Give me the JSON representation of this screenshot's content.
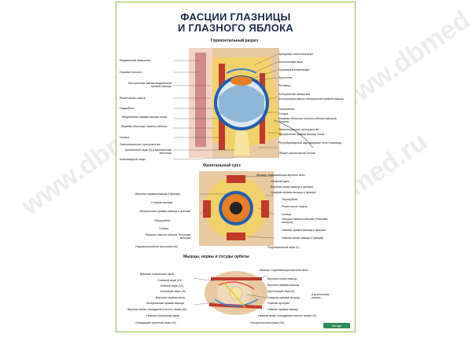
{
  "poster": {
    "title_line1": "ФАСЦИИ ГЛАЗНИЦЫ",
    "title_line2": "И ГЛАЗНОГО ЯБЛОКА",
    "section1": "Горизонтальный разрез",
    "section2": "Фронтальный срез",
    "section3": "Мышцы, нервы и сосуды орбиты",
    "logo": "doroga"
  },
  "watermark": "www.dbmed.ru",
  "horiz_left": [
    "Медиальная связка век",
    "Носовая полость",
    "Контрольная связка медиальной прямой мышцы",
    "Решетчатые пазухи",
    "Надкобита",
    "Медиальная прямая мышца глаза",
    "Лицевая оболочка глазного яблока",
    "Склера",
    "Эписклеральное пространство",
    "Зрительный нерв (II) и вагинальная оболочка",
    "Клиновидный синус"
  ],
  "horiz_right": [
    "Хрящевая пластинка века",
    "Конъюнктива века",
    "Луковица конъюнктивы",
    "Хрусталик",
    "Роговица",
    "Латеральная связка век",
    "Контрольная связка латеральной прямой мышцы",
    "Периорбита",
    "Склера",
    "Лицевая оболочка глазного яблока (капсула Тенона)",
    "Эписклеральное пространство",
    "Латеральная прямая мышца глаза",
    "Ретробульбарный жир (жировое тело глазницы)",
    "Общее сухожильное кольцо"
  ],
  "front_left": [
    "Верхняя прямая мышца и фасция",
    "Слезная железа",
    "Латеральная прямая мышца и фасция",
    "Периорбита",
    "Склера",
    "Фасция глазного яблока Тенонова капсула",
    "Надосклеральное пространство"
  ],
  "front_right": [
    "Мышца, поднимающая верхнее веко",
    "Нервный диск",
    "Верхняя косая мышца и фасция",
    "Средняя прямая мышца и фасция",
    "Периорбита",
    "Решетчатые пазухи",
    "Склера",
    "Фасция глазного яблока (Тенонова капсула)",
    "Нижняя прямая мышца и фасция",
    "Нижняя косая мышца и фасция",
    "Подглазничный нерв (V)"
  ],
  "muscles_left": [
    "Верхняя глазничная щель",
    "Слезный нерв (V1)",
    "Лобный нерв (V1)",
    "Блоковый нерв (IV)",
    "Верхняя глазная вена",
    "Латеральная прямая мышца",
    "Верхняя ветвь глазодвигательного нерва (III)",
    "Нижняя глазничная щель",
    "Отводящий черепной нерв (VI)"
  ],
  "muscles_right": [
    "Мышца, поднимающая верхнее веко",
    "Верхняя косая мышца",
    "Верхняя прямая мышца",
    "Зрительный нерв (II)",
    "Средняя прямая мышца",
    "Глазная артерия",
    "Нижняя прямая мышца",
    "Нижняя ветвь глазодвигательного нерва (III)",
    "Носоресничный нерв (V1)"
  ],
  "muscles_bracket": "в зрительном канале",
  "colors": {
    "title": "#1b2a4a",
    "border": "#8bc34a",
    "eye_blue": "#3a7bd5",
    "muscle": "#c0392b",
    "fat": "#f2d16b",
    "bone": "#e8c9a0",
    "iris": "#e67e22"
  }
}
